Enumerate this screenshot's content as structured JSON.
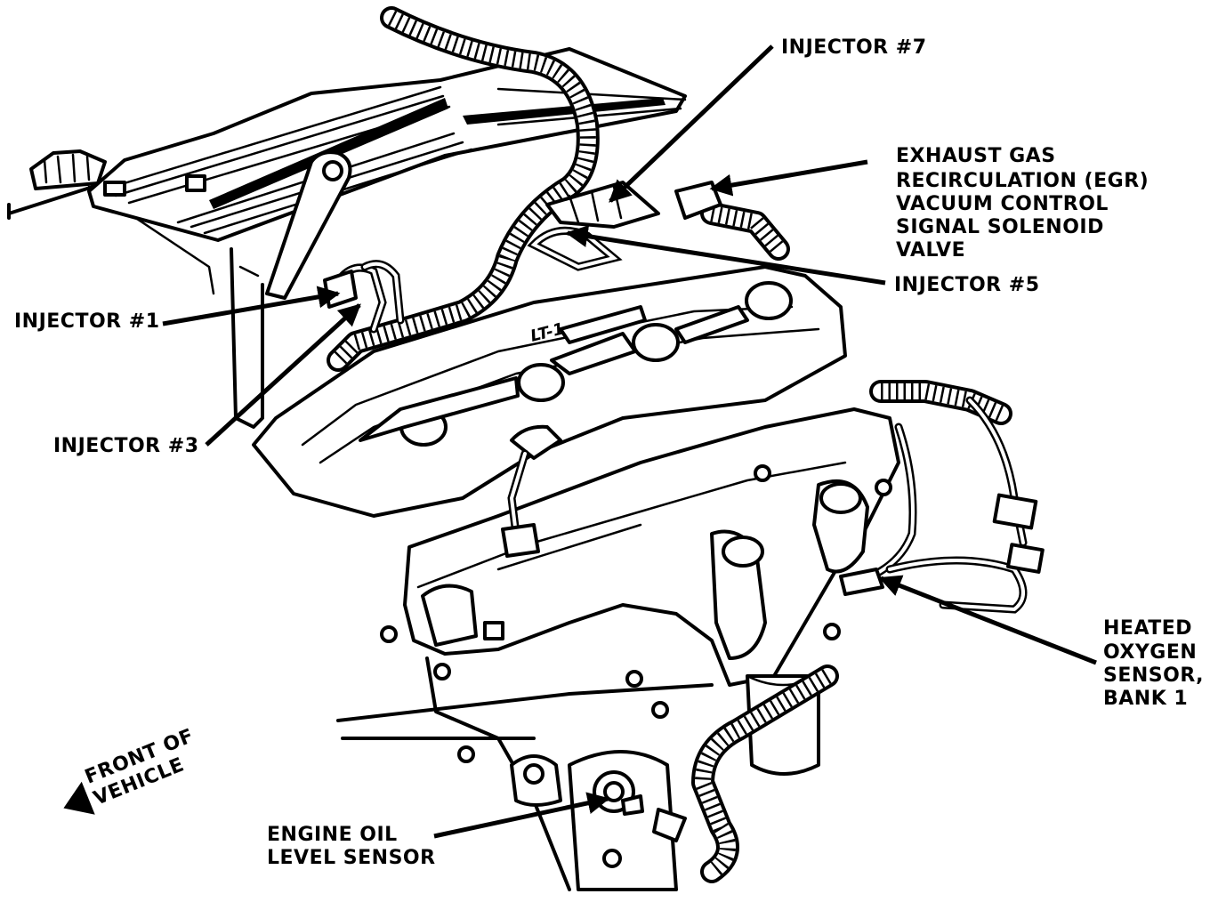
{
  "labels": {
    "injector7": "INJECTOR #7",
    "egr": [
      "EXHAUST GAS",
      "RECIRCULATION (EGR)",
      "VACUUM CONTROL",
      "SIGNAL SOLENOID",
      "VALVE"
    ],
    "injector5": "INJECTOR #5",
    "injector1": "INJECTOR #1",
    "injector3": "INJECTOR #3",
    "heated_o2": [
      "HEATED",
      "OXYGEN",
      "SENSOR,",
      "BANK 1"
    ],
    "oil_level": [
      "ENGINE OIL",
      "LEVEL SENSOR"
    ],
    "front": [
      "FRONT OF",
      "VEHICLE"
    ]
  },
  "cover_badge": "LT-1",
  "icons": {
    "front_arrow": "direction-arrow-icon"
  }
}
